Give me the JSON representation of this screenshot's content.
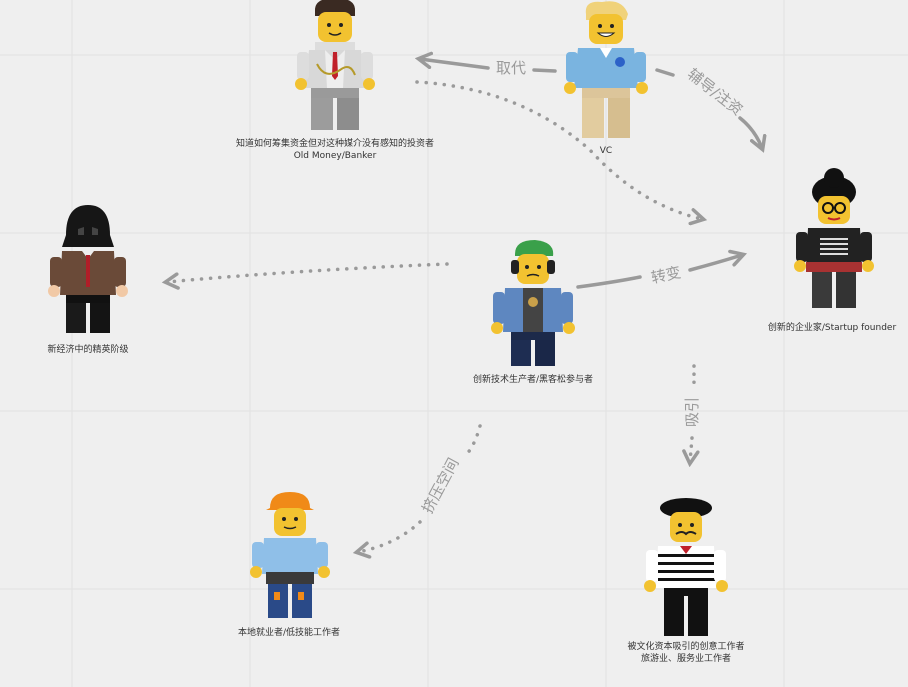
{
  "nodes": {
    "old_money": {
      "line1": "知道如何筹集资金但对这种媒介没有感知的投资者",
      "line2": "Old Money/Banker"
    },
    "vc": {
      "line1": "VC"
    },
    "founder": {
      "line1": "创新的企业家/Startup founder"
    },
    "elite": {
      "line1": "新经济中的精英阶级"
    },
    "hacker": {
      "line1": "创新技术生产者/黑客松参与者"
    },
    "local_worker": {
      "line1": "本地就业者/低技能工作者"
    },
    "creative": {
      "line1": "被文化资本吸引的创意工作者",
      "line2": "旅游业、服务业工作者"
    }
  },
  "edges": {
    "replace": "取代",
    "mentor": "辅导/注资",
    "transform": "转变",
    "attract": "吸引",
    "squeeze": "挤压空间"
  },
  "colors": {
    "background": "#efefef",
    "arrow": "#9a9a9a",
    "skin": "#f2c230",
    "grid": "#e0e0e0"
  }
}
